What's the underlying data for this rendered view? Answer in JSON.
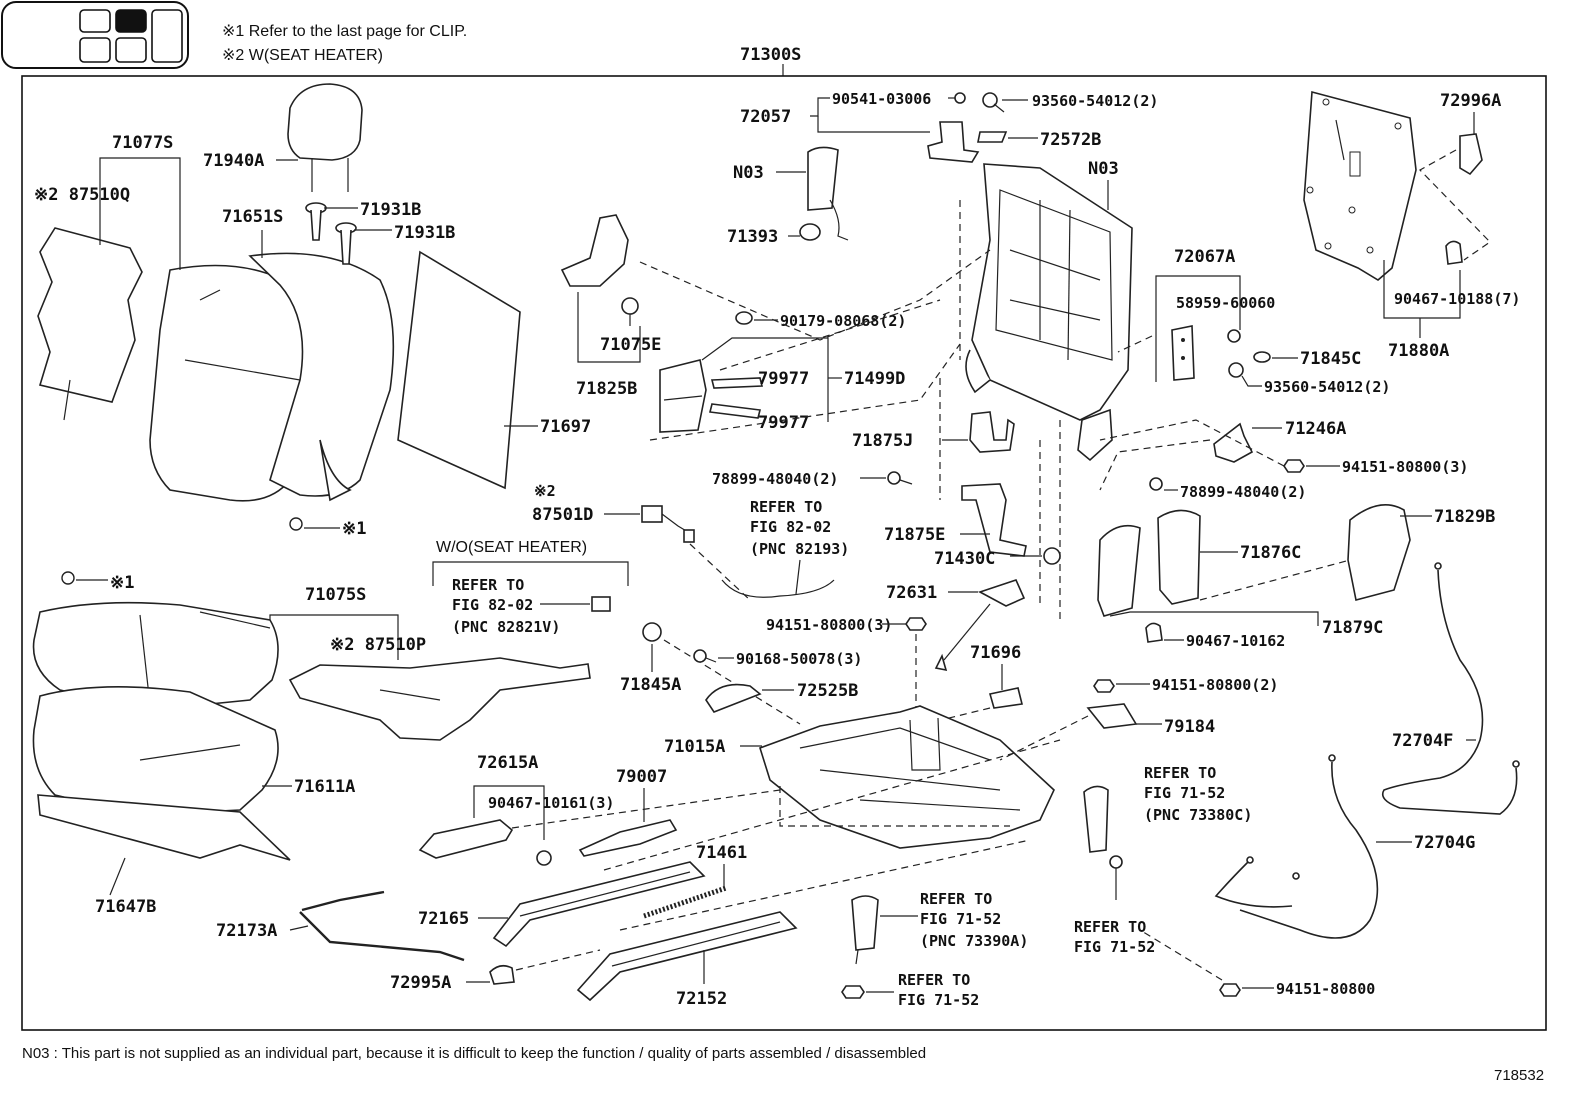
{
  "header": {
    "note1": "※1  Refer to the last page for CLIP.",
    "note2": "※2  W(SEAT HEATER)",
    "assembly": "71300S"
  },
  "footer": {
    "n03_note": "N03 : This part is not supplied as an individual part, because it is difficult to keep the function / quality of parts assembled / disassembled",
    "figure_id": "718532"
  },
  "labels": {
    "l71077S": "71077S",
    "l87510Q": "※2 87510Q",
    "l71940A": "71940A",
    "l71651S": "71651S",
    "l71931B_1": "71931B",
    "l71931B_2": "71931B",
    "l71697": "71697",
    "c1_upper": "※1",
    "c1_lower": "※1",
    "l71075S": "71075S",
    "l87510P": "※2 87510P",
    "l71611A": "71611A",
    "l71647B": "71647B",
    "wo_heater": "W/O(SEAT HEATER)",
    "ref_82821V_a": "REFER TO",
    "ref_82821V_b": "FIG 82-02",
    "ref_82821V_c": "(PNC 82821V)",
    "l72057": "72057",
    "l90541": "90541-03006",
    "l93560a": "93560-54012(2)",
    "l72572B": "72572B",
    "l_n03a": "N03",
    "l_n03b": "N03",
    "l71393": "71393",
    "l71075E": "71075E",
    "l71825B": "71825B",
    "l90179": "90179-08068(2)",
    "l79977a": "79977",
    "l79977b": "79977",
    "l71499D": "71499D",
    "l71875J": "71875J",
    "l78899a": "78899-48040(2)",
    "l78899b": "78899-48040(2)",
    "c2_87501D": "※2",
    "l87501D": "87501D",
    "ref_82193_a": "REFER TO",
    "ref_82193_b": "FIG 82-02",
    "ref_82193_c": "(PNC 82193)",
    "l71875E": "71875E",
    "l71430C": "71430C",
    "l72631": "72631",
    "l94151a": "94151-80800(3)",
    "l90168": "90168-50078(3)",
    "l71845A": "71845A",
    "l72525B": "72525B",
    "l71696": "71696",
    "l71015A": "71015A",
    "l72615A": "72615A",
    "l90467c": "90467-10161(3)",
    "l79007": "79007",
    "l71461": "71461",
    "l72165": "72165",
    "l72173A": "72173A",
    "l72995A": "72995A",
    "l72152": "72152",
    "ref_73390A_a": "REFER TO",
    "ref_73390A_b": "FIG 71-52",
    "ref_73390A_c": "(PNC 73390A)",
    "ref_7152a_a": "REFER TO",
    "ref_7152a_b": "FIG 71-52",
    "ref_7152b_a": "REFER TO",
    "ref_7152b_b": "FIG 71-52",
    "ref_73380C_a": "REFER TO",
    "ref_73380C_b": "FIG 71-52",
    "ref_73380C_c": "(PNC 73380C)",
    "l72067A": "72067A",
    "l58959": "58959-60060",
    "l71845C": "71845C",
    "l93560b": "93560-54012(2)",
    "l72996A": "72996A",
    "l90467a": "90467-10188(7)",
    "l71880A": "71880A",
    "l71246A": "71246A",
    "l94151b": "94151-80800(3)",
    "l71876C": "71876C",
    "l71829B": "71829B",
    "l90467b": "90467-10162",
    "l71879C": "71879C",
    "l94151c": "94151-80800(2)",
    "l79184": "79184",
    "l72704F": "72704F",
    "l72704G": "72704G",
    "l94151d": "94151-80800"
  }
}
